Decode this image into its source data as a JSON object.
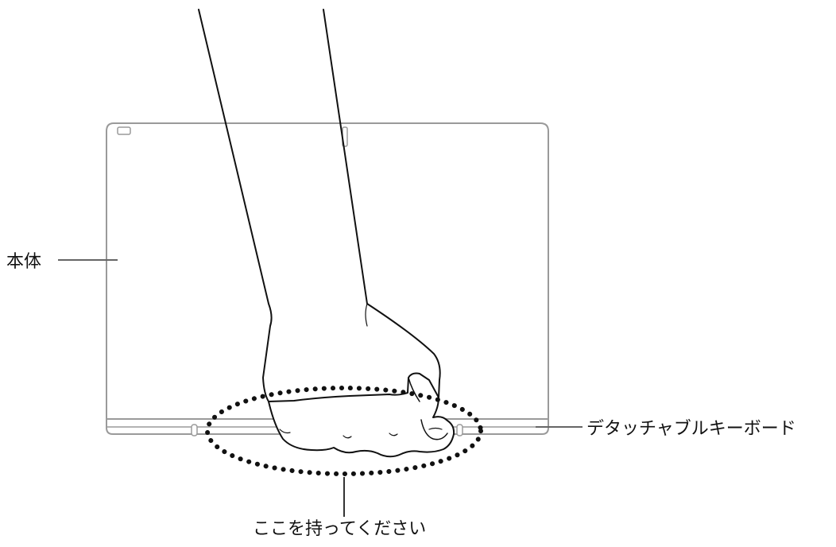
{
  "labels": {
    "body": "本体",
    "keyboard": "デタッチャブルキーボード",
    "hold_here": "ここを持ってください"
  },
  "colors": {
    "outline": "#9a9a9a",
    "hand": "#111111",
    "dots": "#111111",
    "leader": "#666666"
  }
}
